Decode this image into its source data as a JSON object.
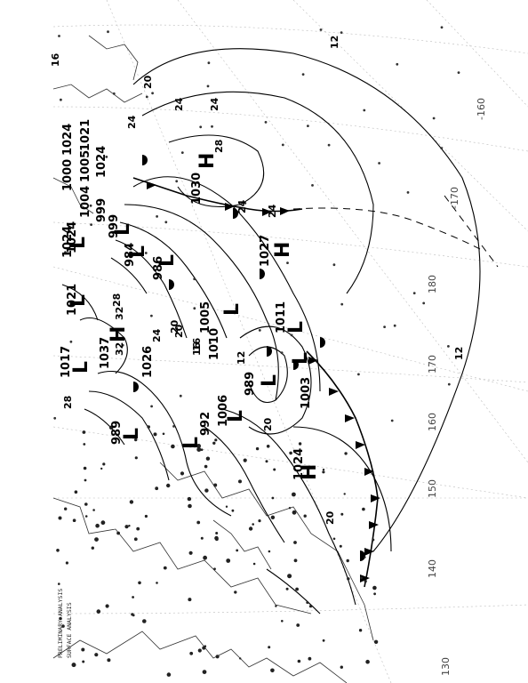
{
  "chart": {
    "type": "surface-pressure-analysis",
    "orientation": "rotated 90 degrees counter-clockwise",
    "header_lines": [
      "PRELIMINARY ANALYSIS",
      "SURFACE ANALYSIS"
    ]
  },
  "longitude_labels": [
    "-160",
    "-170",
    "180",
    "170",
    "160",
    "150",
    "140",
    "130"
  ],
  "pressure_centers": [
    {
      "kind": "H",
      "value": "1030"
    },
    {
      "kind": "H",
      "value": "1027"
    },
    {
      "kind": "H",
      "value": "1037"
    },
    {
      "kind": "H",
      "value": "1024"
    },
    {
      "kind": "L",
      "value": "999"
    },
    {
      "kind": "L",
      "value": "984"
    },
    {
      "kind": "L",
      "value": "986"
    },
    {
      "kind": "L",
      "value": "1005"
    },
    {
      "kind": "L",
      "value": "1011"
    },
    {
      "kind": "L",
      "value": "989"
    },
    {
      "kind": "L",
      "value": "1003"
    },
    {
      "kind": "L",
      "value": "992"
    },
    {
      "kind": "L",
      "value": "1006"
    },
    {
      "kind": "L",
      "value": "989"
    },
    {
      "kind": "L",
      "value": "1021"
    },
    {
      "kind": "L",
      "value": "1017"
    },
    {
      "kind": "L",
      "value": "1024"
    }
  ],
  "pressure_labels": [
    "1024",
    "1000",
    "1021",
    "1005",
    "1024",
    "1024",
    "1026",
    "999",
    "1004",
    "1010"
  ],
  "isotherm_labels": [
    "12",
    "16",
    "20",
    "24",
    "24",
    "24",
    "28",
    "28",
    "32",
    "32",
    "24",
    "20",
    "16",
    "12",
    "20",
    "20",
    "24",
    "28",
    "12",
    "16",
    "20",
    "24"
  ],
  "icons": {
    "front_marker": "triangle-pip",
    "warm_marker": "semicircle-pip",
    "station": "station-dot"
  }
}
